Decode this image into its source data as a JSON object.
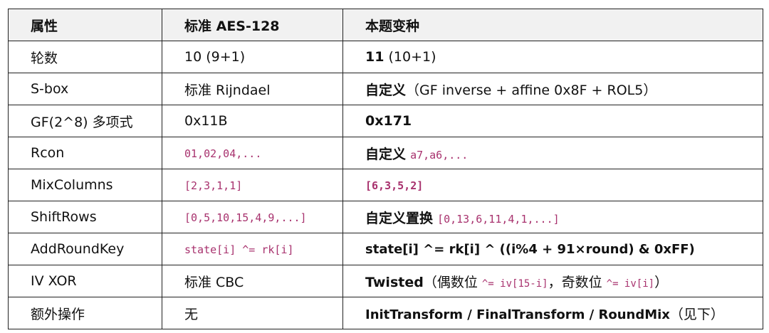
{
  "table": {
    "headers": [
      "属性",
      "标准 AES-128",
      "本题变种"
    ],
    "rows": [
      {
        "attr": "轮数",
        "std": "10 (9+1)",
        "var_bold": "11",
        "var_rest": " (10+1)"
      },
      {
        "attr": "S-box",
        "std": "标准 Rijndael",
        "var_bold": "自定义",
        "var_rest": "（GF inverse + affine 0x8F + ROL5）"
      },
      {
        "attr": "GF(2^8) 多项式",
        "std": "0x11B",
        "var_bold": "0x171"
      },
      {
        "attr": "Rcon",
        "std_code": "01,02,04,...",
        "var_bold": "自定义",
        "var_code": "a7,a6,..."
      },
      {
        "attr": "MixColumns",
        "std_code": "[2,3,1,1]",
        "var_code_bold": "[6,3,5,2]"
      },
      {
        "attr": "ShiftRows",
        "std_code": "[0,5,10,15,4,9,...]",
        "var_bold": "自定义置换",
        "var_code": "[0,13,6,11,4,1,...]"
      },
      {
        "attr": "AddRoundKey",
        "std_code": "state[i] ^= rk[i]",
        "var_bold": "state[i] ^= rk[i] ^ ((i%4 + 91×round) & 0xFF)"
      },
      {
        "attr": "IV XOR",
        "std": "标准 CBC",
        "var_bold": "Twisted",
        "var_t1": "（偶数位 ",
        "var_c1": "^= iv[15-i]",
        "var_t2": "，奇数位 ",
        "var_c2": "^= iv[i]",
        "var_t3": "）"
      },
      {
        "attr": "额外操作",
        "std": "无",
        "var_bold": "InitTransform / FinalTransform / RoundMix",
        "var_rest": "（见下）"
      }
    ]
  }
}
